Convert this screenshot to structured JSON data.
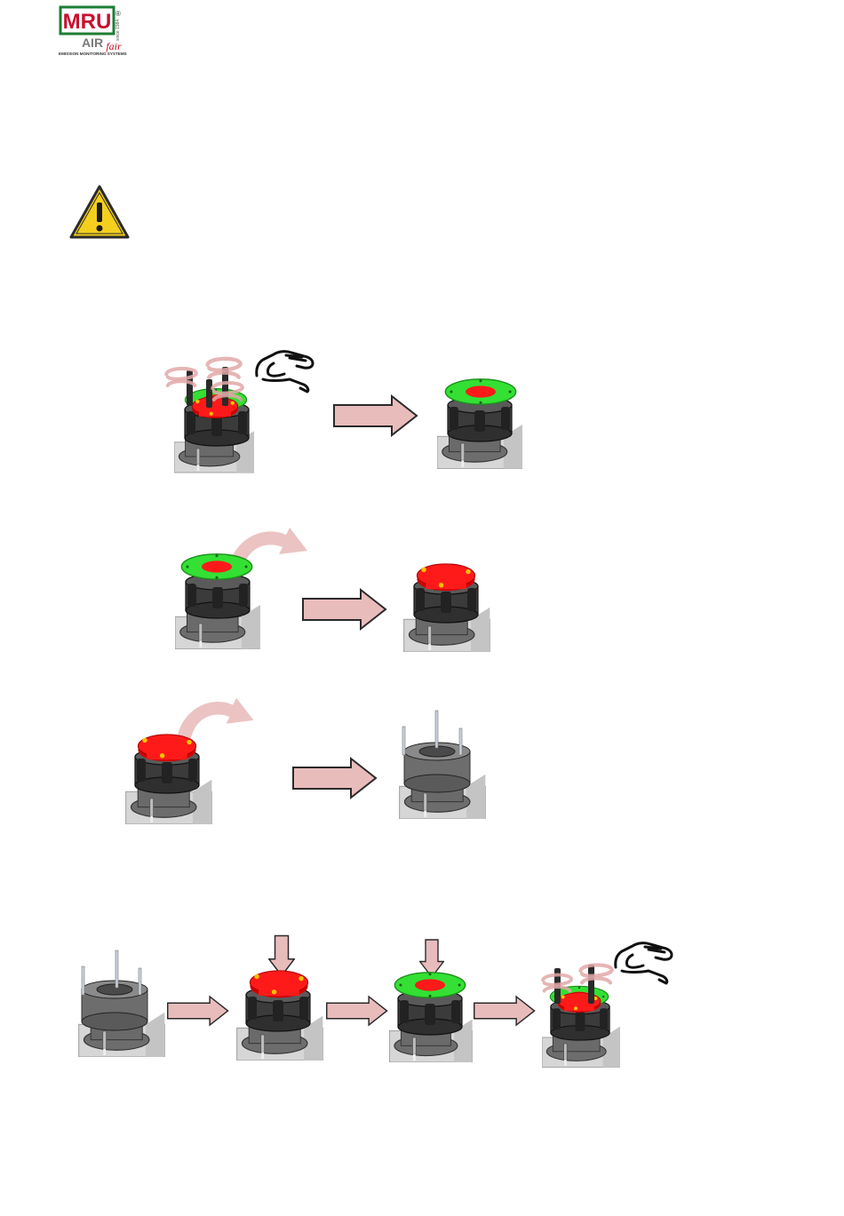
{
  "logo": {
    "brand": "MRU",
    "sub": "AIR",
    "script": "fair",
    "registered": "®",
    "since": "since 1984",
    "tagline": "EMISSION MONITORING SYSTEMS"
  },
  "icons": {
    "warning": "warning-triangle-icon",
    "hand": "pinch-hand-icon",
    "arrow_right": "arrow-right-icon",
    "arrow_down": "arrow-down-icon",
    "arrow_curved": "curved-lift-arrow-icon",
    "rotate": "rotate-knob-icon"
  },
  "colors": {
    "brand_red": "#c8102e",
    "brand_green": "#1c7d34",
    "warning_yellow": "#f5cf1d",
    "arrow_fill": "#e9bcbc",
    "filter_red": "#ff1a1a",
    "ring_green": "#33e033",
    "housing": "#5a5a5a"
  }
}
